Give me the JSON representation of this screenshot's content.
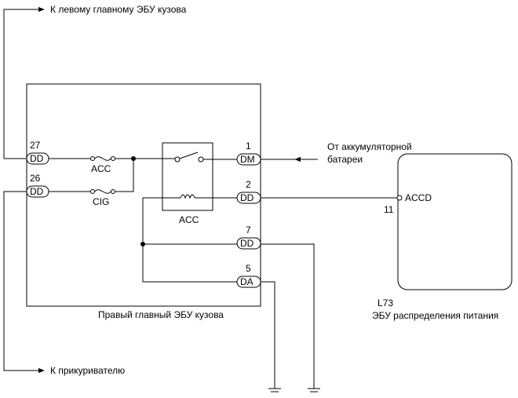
{
  "labels": {
    "to_left_ecu": "К левому главному ЭБУ кузова",
    "to_lighter": "К прикуривателю",
    "from_battery_line1": "От аккумуляторной",
    "from_battery_line2": "батареи",
    "right_ecu_name": "Правый главный ЭБУ кузова",
    "power_ecu_code": "L73",
    "power_ecu_name": "ЭБУ распределения питания",
    "fuse_acc": "ACC",
    "fuse_cig": "CIG",
    "relay_acc": "ACC",
    "accd_terminal": "ACCD",
    "accd_pin": "11"
  },
  "connectors": {
    "c27": {
      "pin": "27",
      "name": "DD"
    },
    "c26": {
      "pin": "26",
      "name": "DD"
    },
    "c1": {
      "pin": "1",
      "name": "DM"
    },
    "c2": {
      "pin": "2",
      "name": "DD"
    },
    "c7": {
      "pin": "7",
      "name": "DD"
    },
    "c5": {
      "pin": "5",
      "name": "DA"
    }
  }
}
